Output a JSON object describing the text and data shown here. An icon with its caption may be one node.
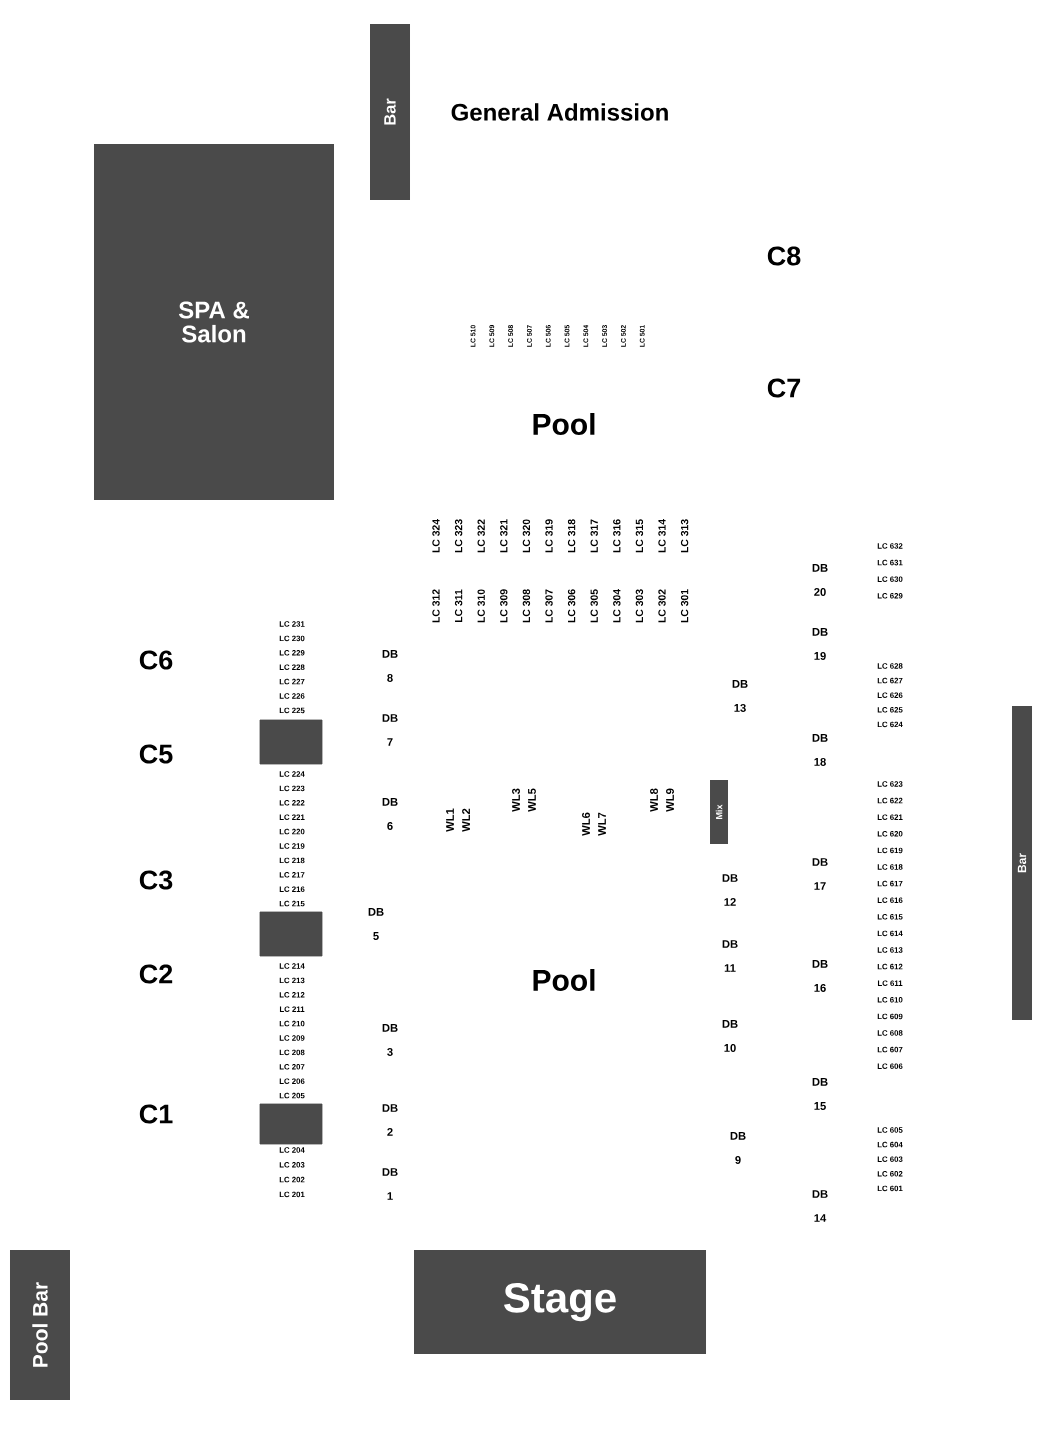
{
  "diagram": {
    "nodes": [
      {
        "text": [
          "Bar"
        ]
      },
      {
        "text": [
          "SPA & Salon"
        ]
      },
      {
        "text": [],
        "shape": "box"
      },
      {
        "text": [],
        "shape": "box"
      },
      {
        "text": [],
        "shape": "box"
      },
      {
        "text": [
          "Mix"
        ]
      },
      {
        "text": [
          "Bar"
        ]
      },
      {
        "text": [
          "Stage"
        ]
      },
      {
        "text": [
          "Pool Bar"
        ]
      }
    ],
    "labels": [
      "General Admission",
      "C8",
      "LC 510",
      "LC 509",
      "LC 508",
      "LC 507",
      "LC 506",
      "LC 505",
      "LC 504",
      "LC 503",
      "LC 502",
      "LC 501",
      "C7",
      "Pool",
      "LC 312",
      "LC 324",
      "LC 311",
      "LC 323",
      "LC 310",
      "LC 322",
      "LC 309",
      "LC 321",
      "LC 308",
      "LC 320",
      "LC 307",
      "LC 319",
      "LC 306",
      "LC 318",
      "LC 305",
      "LC 317",
      "LC 304",
      "LC 316",
      "LC 303",
      "LC 315",
      "LC 302",
      "LC 314",
      "LC 301",
      "LC 313",
      "C6",
      "C5",
      "C3",
      "C2",
      "C1",
      "LC 231",
      "LC 230",
      "LC 229",
      "LC 228",
      "LC 227",
      "LC 226",
      "LC 225",
      "LC 224",
      "LC 223",
      "LC 222",
      "LC 221",
      "LC 220",
      "LC 219",
      "LC 218",
      "LC 217",
      "LC 216",
      "LC 215",
      "LC 214",
      "LC 213",
      "LC 212",
      "LC 211",
      "LC 210",
      "LC 209",
      "LC 208",
      "LC 207",
      "LC 206",
      "LC 205",
      "LC 204",
      "LC 203",
      "LC 202",
      "LC 201",
      "DB 8",
      "DB 7",
      "DB 6",
      "DB 5",
      "DB 3",
      "DB 2",
      "DB 1",
      "WL1",
      "WL2",
      "WL3",
      "WL5",
      "WL6",
      "WL7",
      "WL8",
      "WL9",
      "DB 13",
      "DB 12",
      "DB 11",
      "DB 10",
      "DB 9",
      "DB 20",
      "DB 19",
      "DB 18",
      "DB 17",
      "DB 16",
      "DB 15",
      "DB 14",
      "LC 632",
      "LC 631",
      "LC 630",
      "LC 629",
      "LC 628",
      "LC 627",
      "LC 626",
      "LC 625",
      "LC 624",
      "LC 623",
      "LC 622",
      "LC 621",
      "LC 620",
      "LC 619",
      "LC 618",
      "LC 617",
      "LC 616",
      "LC 615",
      "LC 614",
      "LC 613",
      "LC 612",
      "LC 611",
      "LC 610",
      "LC 609",
      "LC 608",
      "LC 607",
      "LC 606",
      "LC 605",
      "LC 604",
      "LC 603",
      "LC 602",
      "LC 601",
      "Pool"
    ]
  }
}
